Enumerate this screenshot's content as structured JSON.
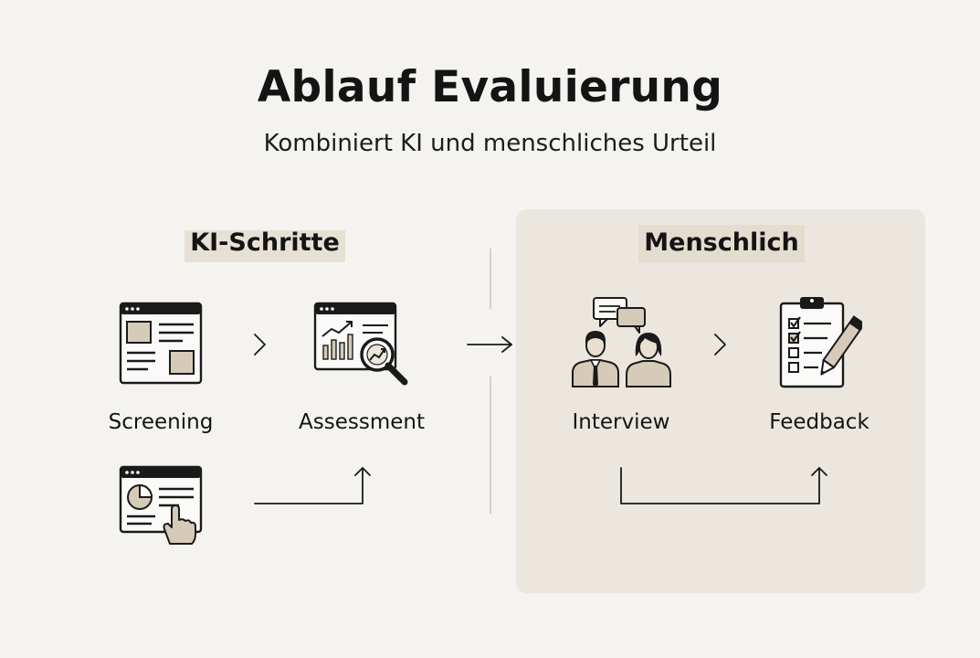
{
  "header": {
    "title": "Ablauf Evaluierung",
    "subtitle": "Kombiniert KI und menschliches Urteil"
  },
  "groups": {
    "ki": {
      "heading": "KI-Schritte",
      "steps": [
        {
          "label": "Screening",
          "icon": "browser-layout-icon"
        },
        {
          "label": "Assessment",
          "icon": "chart-magnifier-icon"
        },
        {
          "label": "",
          "icon": "browser-pie-pointer-icon"
        }
      ]
    },
    "human": {
      "heading": "Menschlich",
      "steps": [
        {
          "label": "Interview",
          "icon": "people-chat-icon"
        },
        {
          "label": "Feedback",
          "icon": "clipboard-checklist-icon"
        }
      ]
    }
  },
  "colors": {
    "background": "#f4f3f0",
    "panel": "#ebe7df",
    "icon_fill": "#d6cbb8",
    "stroke": "#1a1a1a"
  }
}
